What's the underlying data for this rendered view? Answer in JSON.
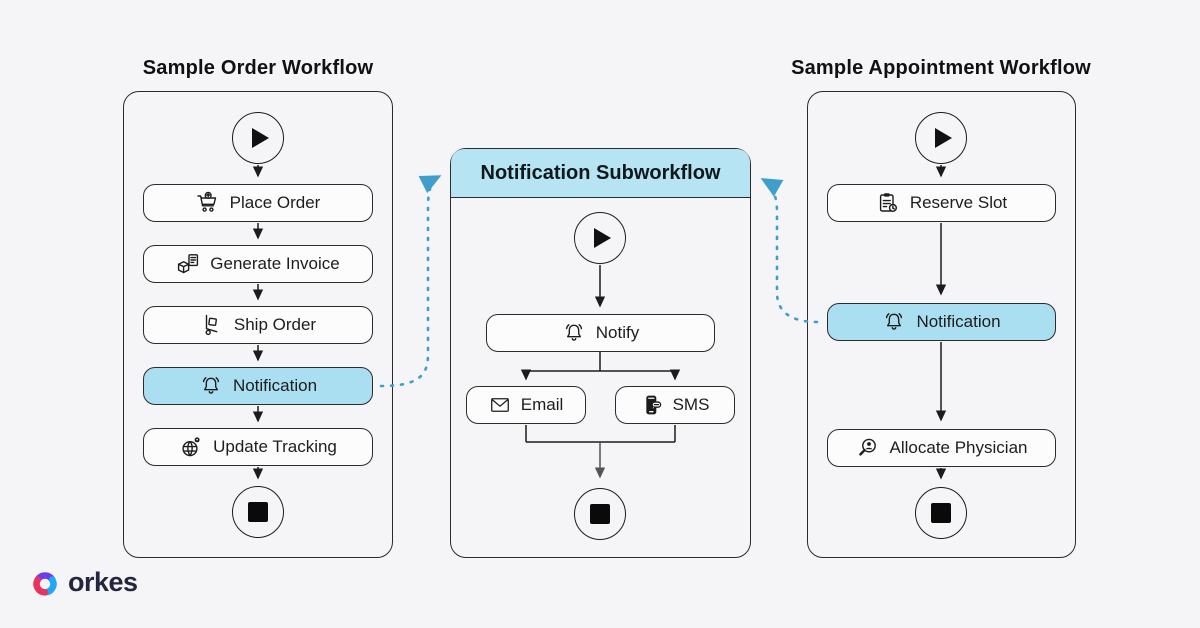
{
  "page": {
    "background": "#f5f4f6"
  },
  "logo": {
    "text": "orkes",
    "icon": "orkes-logo-icon",
    "colors": {
      "pink": "#e9335f",
      "purple": "#6c3bf4",
      "blue": "#21a7f4",
      "text": "#23263f"
    }
  },
  "colors": {
    "node_highlight": "#aadff1",
    "subworkflow_header_bg": "#b6e4f3",
    "panel_border": "#2b2b2b",
    "arrow": "#1c1c1c",
    "join_arrow_gray": "#666666",
    "dashed_connector": "#3f9fca",
    "node_bg": "#fcfcfc"
  },
  "order_workflow": {
    "title": "Sample Order Workflow",
    "start": "play-icon",
    "end": "stop-icon",
    "nodes": [
      {
        "label": "Place Order",
        "icon": "cart-icon",
        "highlighted": false
      },
      {
        "label": "Generate Invoice",
        "icon": "invoice-box-icon",
        "highlighted": false
      },
      {
        "label": "Ship Order",
        "icon": "handtruck-icon",
        "highlighted": false
      },
      {
        "label": "Notification",
        "icon": "bell-icon",
        "highlighted": true
      },
      {
        "label": "Update Tracking",
        "icon": "globe-pin-icon",
        "highlighted": false
      }
    ]
  },
  "subworkflow": {
    "title": "Notification Subworkflow",
    "start": "play-icon",
    "end": "stop-icon",
    "nodes": [
      {
        "label": "Notify",
        "icon": "bell-icon",
        "highlighted": false
      },
      {
        "label": "Email",
        "icon": "envelope-icon",
        "highlighted": false
      },
      {
        "label": "SMS",
        "icon": "phone-sms-icon",
        "highlighted": false
      }
    ]
  },
  "appointment_workflow": {
    "title": "Sample Appointment Workflow",
    "start": "play-icon",
    "end": "stop-icon",
    "nodes": [
      {
        "label": "Reserve Slot",
        "icon": "clipboard-clock-icon",
        "highlighted": false
      },
      {
        "label": "Notification",
        "icon": "bell-icon",
        "highlighted": true
      },
      {
        "label": "Allocate Physician",
        "icon": "magnifier-person-icon",
        "highlighted": false
      }
    ]
  },
  "connectors": {
    "left_notification_to_subworkflow": "dashed-blue-arrow",
    "right_notification_to_subworkflow": "dashed-blue-arrow"
  }
}
